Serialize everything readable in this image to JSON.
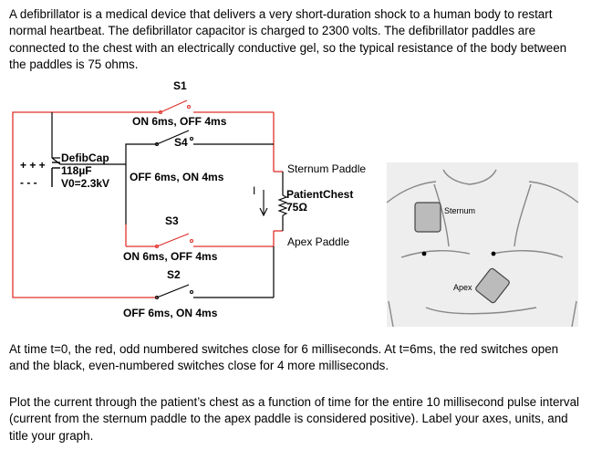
{
  "text": {
    "intro": "A defibrillator is a medical device that delivers a very short-duration shock to a human body to restart normal heartbeat. The defibrillator capacitor is charged to 2300 volts. The defibrillator paddles are connected to the chest with an electrically conductive gel, so the typical resistance of the body between the paddles is 75 ohms.",
    "timing": "At time t=0, the red, odd numbered switches close for 6 milliseconds. At t=6ms, the red switches open and the black, even-numbered switches close for 4 more milliseconds.",
    "task": "Plot the current through the patient’s chest as a function of time for the entire 10 millisecond pulse interval (current from the sternum paddle to the apex paddle is considered positive). Label your axes, units, and title your graph."
  },
  "circuit": {
    "s1": {
      "name": "S1"
    },
    "s4": {
      "name": "S4",
      "timing": "ON 6ms, OFF 4ms"
    },
    "s3": {
      "name": "S3",
      "timing": "OFF 6ms, ON 4ms"
    },
    "s2": {
      "name": "S2",
      "timing": "ON 6ms, OFF 4ms"
    },
    "bottom": {
      "timing": "OFF 6ms, ON 4ms"
    },
    "capacitor": {
      "name": "DefibCap",
      "capacitance": "118µF",
      "voltage": "V0=2.3kV",
      "plus": "+ + +",
      "minus": "- - -"
    },
    "sternum_paddle": "Sternum Paddle",
    "patient": {
      "name": "PatientChest",
      "resistance": "75Ω"
    },
    "current_label": "I",
    "apex_paddle": "Apex Paddle",
    "colors": {
      "odd_switches": "#e0302a",
      "even_switches": "#000000"
    }
  },
  "torso": {
    "sternum": "Sternum",
    "apex": "Apex"
  }
}
